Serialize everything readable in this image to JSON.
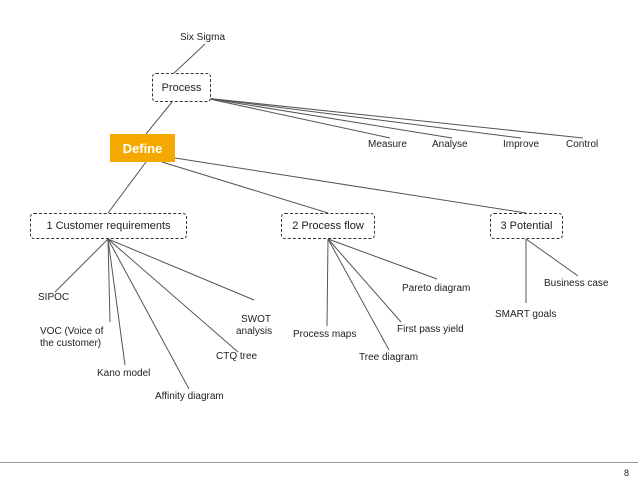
{
  "root": "Six Sigma",
  "process": "Process",
  "define": "Define",
  "phases": [
    "Measure",
    "Analyse",
    "Improve",
    "Control"
  ],
  "branches": [
    "1 Customer requirements",
    "2 Process flow",
    "3 Potential"
  ],
  "customer_requirements_tools": {
    "sipoc": "SIPOC",
    "voc_line1": "VOC (Voice of",
    "voc_line2": "the customer)",
    "kano": "Kano model",
    "affinity": "Affinity diagram",
    "ctq": "CTQ tree",
    "swot_line1": "SWOT",
    "swot_line2": "analysis"
  },
  "process_flow_tools": {
    "process_maps": "Process maps",
    "tree_diagram": "Tree diagram",
    "first_pass_yield": "First pass yield",
    "pareto": "Pareto diagram"
  },
  "potential_tools": {
    "smart_goals": "SMART goals",
    "business_case": "Business case"
  },
  "page_number": "8",
  "colors": {
    "define": "#f5a800",
    "line": "#555555"
  }
}
